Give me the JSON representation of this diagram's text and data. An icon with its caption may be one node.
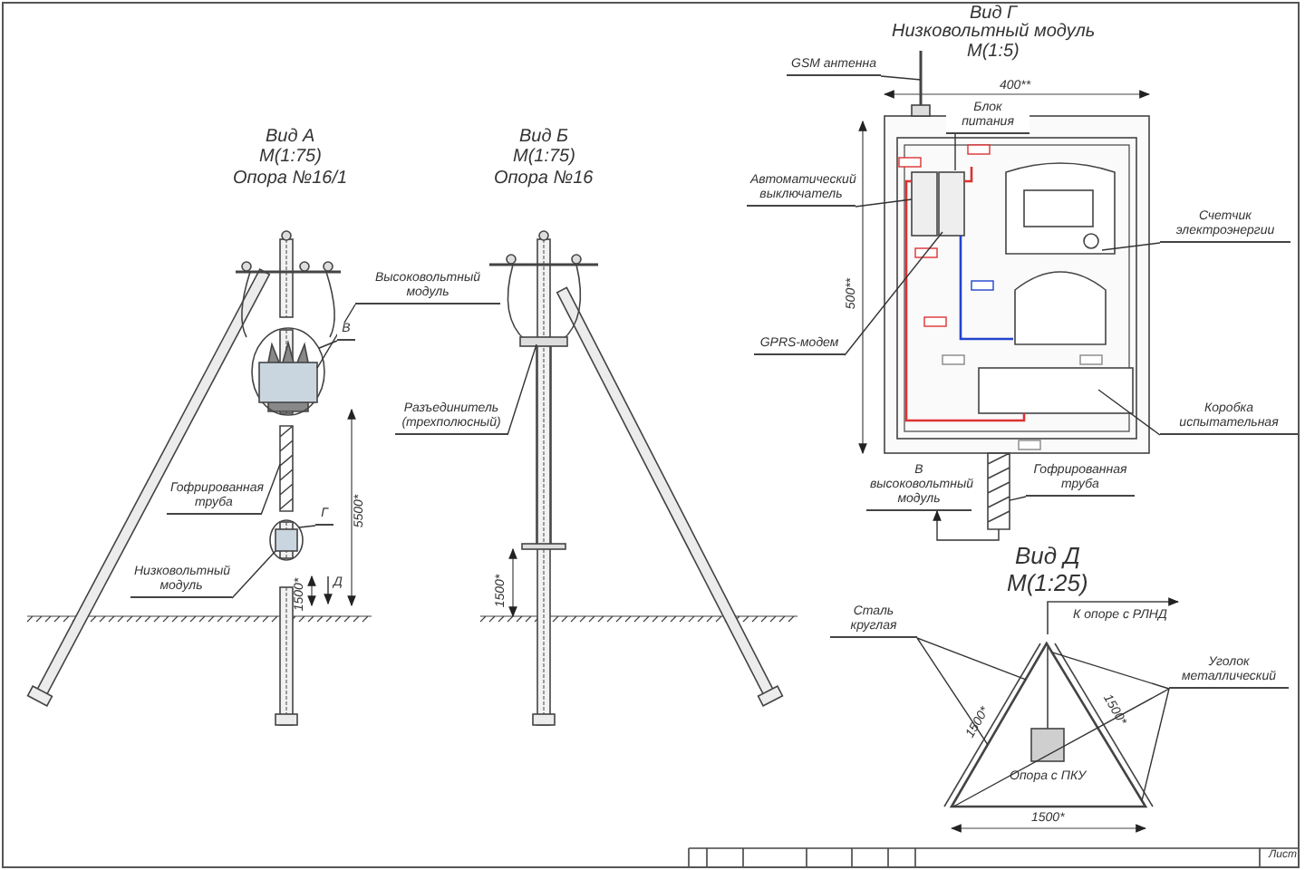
{
  "diagram": {
    "nodes": [
      {
        "text": [
          "Высоковольтный модуль"
        ]
      },
      {
        "text": [
          "В"
        ]
      },
      {
        "text": [
          "Гофрированная труба"
        ]
      },
      {
        "text": [
          "Г"
        ]
      },
      {
        "text": [
          "Низковольтный модуль"
        ]
      },
      {
        "text": [
          "Разъединитель (трехполюсный)"
        ]
      },
      {
        "text": [
          "GSM антенна"
        ]
      },
      {
        "text": [
          "Блок питания"
        ]
      },
      {
        "text": [
          "Автоматический выключатель"
        ]
      },
      {
        "text": [
          "Счетчик электроэнергии"
        ]
      },
      {
        "text": [
          "GPRS-модем"
        ]
      },
      {
        "text": [
          "Коробка испытательная"
        ]
      },
      {
        "text": [
          "Гофрированная труба"
        ]
      },
      {
        "text": [
          "В высоковольтный модуль"
        ]
      },
      {
        "text": [
          "Сталь круглая"
        ]
      },
      {
        "text": [
          "Уголок металлический"
        ]
      },
      {
        "text": [],
        "shape": "circle"
      },
      {
        "text": [],
        "shape": "box",
        "in": 16
      },
      {
        "text": [],
        "shape": "circle"
      },
      {
        "text": [],
        "shape": "box",
        "in": 18
      },
      {
        "text": [],
        "shape": "bar"
      },
      {
        "text": [],
        "shape": "triangle"
      },
      {
        "text": [],
        "shape": "bar"
      }
    ],
    "edges": [
      {
        "from": 0,
        "to": 17,
        "arrow": "none"
      },
      {
        "from": 1,
        "to": 16,
        "arrow": "none"
      },
      {
        "from": 2,
        "to": 20,
        "arrow": "none"
      },
      {
        "from": 3,
        "to": 18,
        "arrow": "none"
      },
      {
        "from": 4,
        "to": 19,
        "arrow": "none"
      },
      {
        "from": 5,
        "to": null,
        "arrow": "none"
      },
      {
        "from": 6,
        "to": null,
        "arrow": "none"
      },
      {
        "from": 7,
        "to": null,
        "arrow": "none"
      },
      {
        "from": 8,
        "to": null,
        "arrow": "none"
      },
      {
        "from": 9,
        "to": null,
        "arrow": "none"
      },
      {
        "from": 10,
        "to": null,
        "arrow": "none"
      },
      {
        "from": 11,
        "to": null,
        "arrow": "none"
      },
      {
        "from": 12,
        "to": 22,
        "arrow": "none"
      },
      {
        "from": 22,
        "to": 13,
        "arrow": "to"
      },
      {
        "from": 14,
        "to": 21,
        "arrow": "none"
      },
      {
        "from": 14,
        "to": 21,
        "arrow": "none"
      },
      {
        "from": 15,
        "to": 21,
        "arrow": "none"
      },
      {
        "from": 15,
        "to": 21,
        "arrow": "none"
      },
      {
        "from": 15,
        "to": 21,
        "arrow": "none"
      }
    ],
    "labels": [
      "Вид Г",
      "Низковольтный модуль",
      "М(1:5)",
      "Вид А",
      "М(1:75)",
      "Опора №16/1",
      "Вид Б",
      "М(1:75)",
      "Опора №16",
      "400**",
      "500**",
      "5500*",
      "1500*",
      "Д",
      "1500*",
      "Вид Д",
      "М(1:25)",
      "К опоре с РЛНД",
      "1500*",
      "1500*",
      "Опора с ПКУ",
      "1500*",
      "Лист"
    ]
  }
}
